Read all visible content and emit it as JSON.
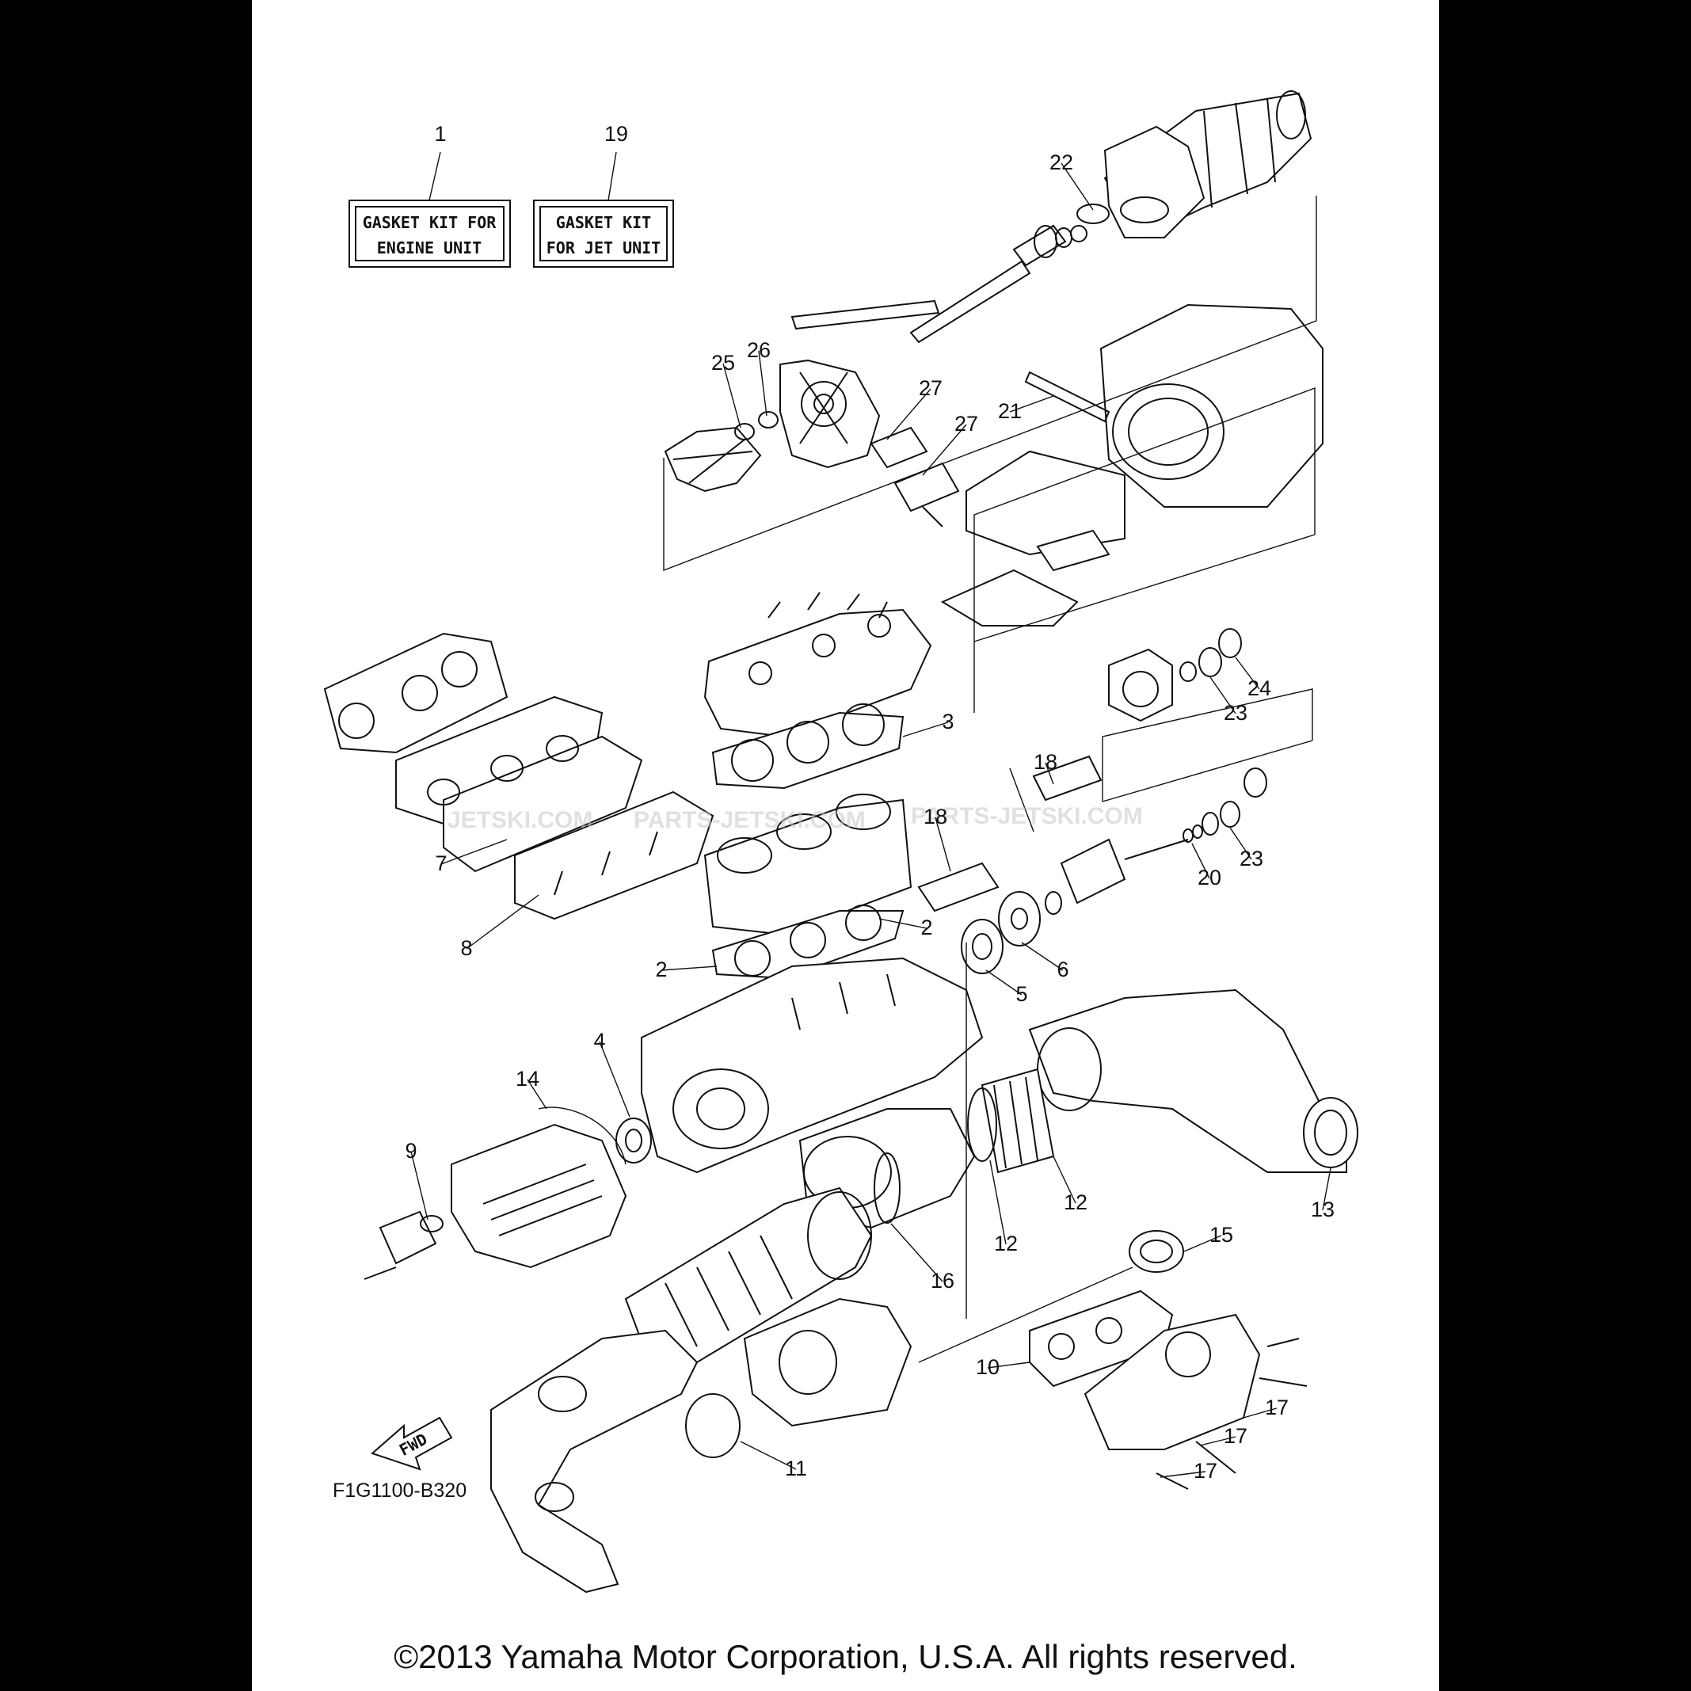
{
  "kit_boxes": [
    {
      "ref": "1",
      "line1": "GASKET KIT FOR",
      "line2": "ENGINE UNIT"
    },
    {
      "ref": "19",
      "line1": "GASKET KIT",
      "line2": "FOR JET UNIT"
    }
  ],
  "callouts": [
    "22",
    "25",
    "26",
    "27",
    "27",
    "21",
    "3",
    "18",
    "18",
    "7",
    "8",
    "2",
    "2",
    "5",
    "6",
    "20",
    "23",
    "23",
    "24",
    "4",
    "14",
    "9",
    "12",
    "12",
    "13",
    "16",
    "15",
    "10",
    "17",
    "17",
    "17",
    "11"
  ],
  "watermark": [
    "JETSKI.COM",
    "PARTS-JETSKI.COM",
    "PARTS-JETSKI.COM"
  ],
  "fwd_label": "FWD",
  "figure_code": "F1G1100-B320",
  "copyright": "©2013 Yamaha Motor Corporation, U.S.A. All rights reserved."
}
